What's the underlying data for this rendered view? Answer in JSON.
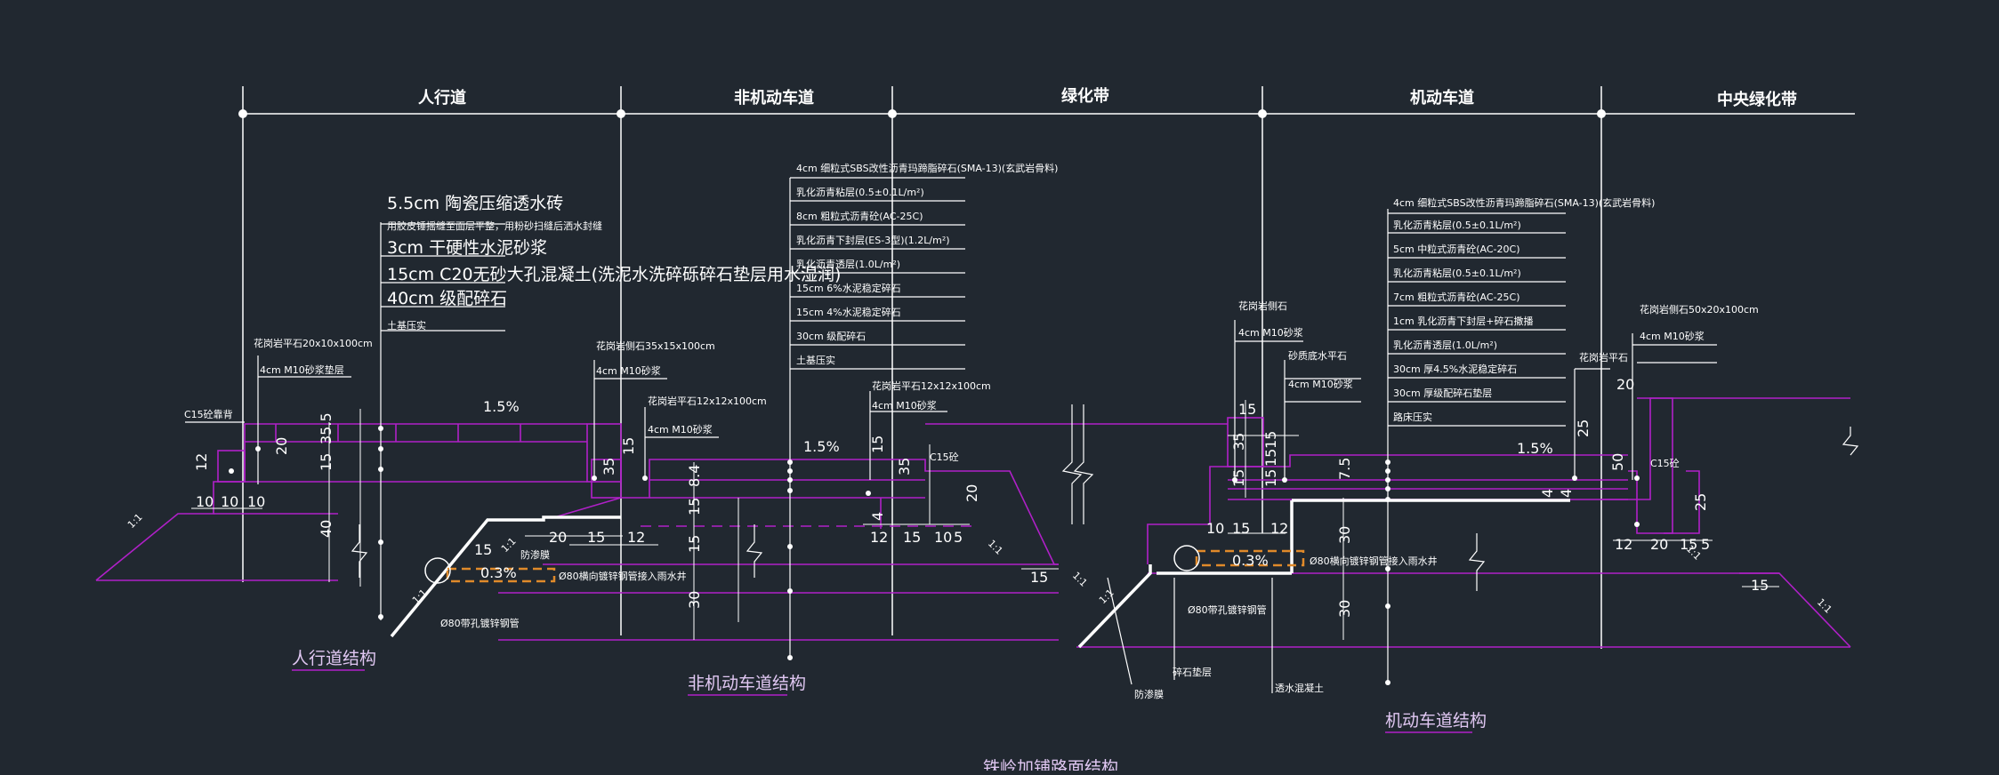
{
  "colors": {
    "background": "#212830",
    "line": "#ffffff",
    "structure": "#b020c8",
    "pipe": "#e08a2a",
    "caption_underline": "#b020c8"
  },
  "zones": [
    "人行道",
    "非机动车道",
    "绿化带",
    "机动车道",
    "中央绿化带"
  ],
  "sidewalk": {
    "layers": [
      "5.5cm 陶瓷压缩透水砖",
      "用胶皮锤摇缝至面层平整，用粉砂扫缝后洒水封缝",
      "3cm 干硬性水泥砂浆",
      "15cm C20无砂大孔混凝土(洗泥水洗碎砾碎石垫层用水湿润)",
      "40cm 级配碎石",
      "土基压实"
    ],
    "curb_label": "花岗岩平石20x10x100cm",
    "mortar": "4cm M10砂浆垫层",
    "backfill": "C15砼靠背",
    "slope": "1.5%",
    "caption": "人行道结构",
    "pipe": "Ø80带孔镀锌钢管",
    "membrane": "防渗膜"
  },
  "bike_lane": {
    "layers": [
      "4cm 细粒式SBS改性沥青玛蹄脂碎石(SMA-13)(玄武岩骨料)",
      "乳化沥青粘层(0.5±0.1L/m²)",
      "8cm 粗粒式沥青砼(AC-25C)",
      "乳化沥青下封层(ES-3型)(1.2L/m²)",
      "乳化沥青透层(1.0L/m²)",
      "15cm 6%水泥稳定碎石",
      "15cm 4%水泥稳定碎石",
      "30cm 级配碎石",
      "土基压实"
    ],
    "curb_left": "花岗岩侧石35x15x100cm",
    "mortar_left": "4cm M10砂浆",
    "flat_stone": "花岗岩平石12x12x100cm",
    "mortar_mid": "4cm M10砂浆",
    "curb_right": "花岗岩平石12x12x100cm",
    "mortar_right": "4cm M10砂浆",
    "backfill": "C15砼",
    "slope": "1.5%",
    "caption": "非机动车道结构",
    "drain_pipe": "Ø80横向镀锌钢管接入雨水井"
  },
  "motor_lane": {
    "layers": [
      "4cm 细粒式SBS改性沥青玛蹄脂碎石(SMA-13)(玄武岩骨料)",
      "乳化沥青粘层(0.5±0.1L/m²)",
      "5cm 中粒式沥青砼(AC-20C)",
      "乳化沥青粘层(0.5±0.1L/m²)",
      "7cm 粗粒式沥青砼(AC-25C)",
      "1cm 乳化沥青下封层+碎石撒播",
      "乳化沥青透层(1.0L/m²)",
      "30cm 厚4.5%水泥稳定碎石",
      "30cm 厚级配碎石垫层",
      "路床压实"
    ],
    "curb_left": "花岗岩侧石",
    "mortar_a": "4cm M10砂浆",
    "flat_stone": "砂质底水平石",
    "mortar_b": "4cm M10砂浆",
    "curb_right": "花岗岩侧石50x20x100cm",
    "mortar_right": "4cm M10砂浆",
    "flat_right": "花岗岩平石",
    "backfill": "C15砼",
    "slope": "1.5%",
    "caption": "机动车道结构",
    "pipe": "Ø80带孔镀锌钢管",
    "drain_pipe": "Ø80横向镀锌钢管接入雨水井",
    "gravel": "碎石垫层",
    "membrane": "防渗膜",
    "concrete": "透水混凝土"
  },
  "pipe_slope": "0.3%",
  "ratios": [
    "1:1",
    "1:1",
    "1:1",
    "1:1",
    "1:1",
    "1:1",
    "1:1",
    "1:1"
  ],
  "dimensions": [
    "10",
    "10",
    "10",
    "12",
    "20",
    "35.5",
    "15",
    "40",
    "15",
    "20",
    "15",
    "12",
    "35",
    "15",
    "8.4",
    "15",
    "15",
    "30",
    "15",
    "35",
    "4",
    "12",
    "15",
    "10",
    "5",
    "20",
    "15",
    "15",
    "35",
    "15",
    "10",
    "15",
    "12",
    "15",
    "15",
    "15",
    "7.5",
    "4",
    "30",
    "30",
    "20",
    "25",
    "50",
    "4",
    "12",
    "20",
    "15",
    "5",
    "25",
    "15"
  ],
  "title": "铁岭加铺路面结构"
}
